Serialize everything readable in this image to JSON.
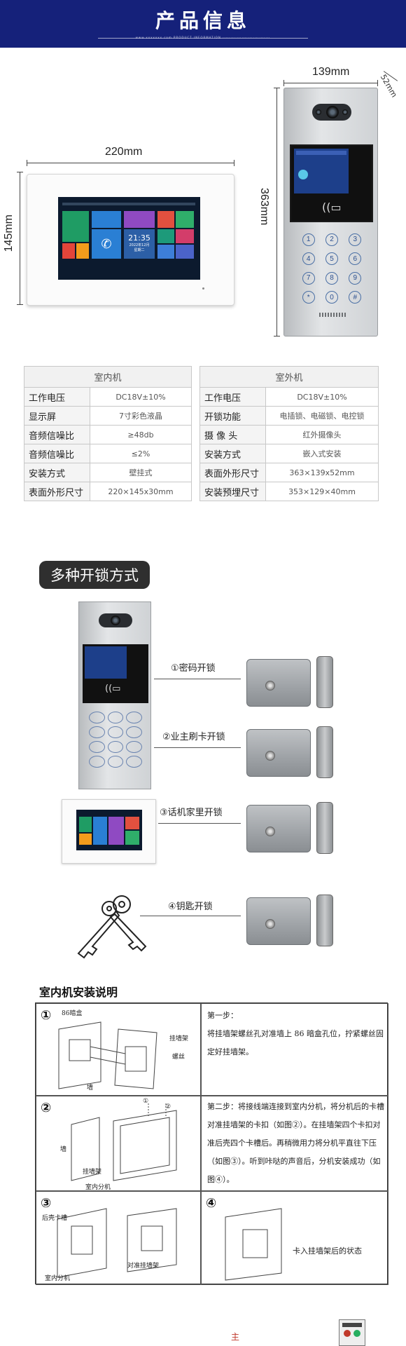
{
  "header": {
    "title": "产品信息",
    "subtitle": "www.xxxxxxx.com PRODUCT INFORMATION ······························"
  },
  "dimensions": {
    "indoor_width": "220mm",
    "indoor_height": "145mm",
    "outdoor_width": "139mm",
    "outdoor_depth": "52mm",
    "outdoor_height": "363mm"
  },
  "indoor_screen": {
    "time": "21:35",
    "date": "2022年12月",
    "weekday": "星期二"
  },
  "outdoor_keypad": [
    "1",
    "2",
    "3",
    "4",
    "5",
    "6",
    "7",
    "8",
    "9",
    "*",
    "0",
    "#"
  ],
  "spec_indoor": {
    "title": "室内机",
    "rows": [
      {
        "k": "工作电压",
        "v": "DC18V±10%"
      },
      {
        "k": "显示屏",
        "v": "7寸彩色液晶"
      },
      {
        "k": "音频信噪比",
        "v": "≥48db"
      },
      {
        "k": "音频信噪比",
        "v": "≤2%"
      },
      {
        "k": "安装方式",
        "v": "壁挂式"
      },
      {
        "k": "表面外形尺寸",
        "v": "220×145x30mm"
      }
    ]
  },
  "spec_outdoor": {
    "title": "室外机",
    "rows": [
      {
        "k": "工作电压",
        "v": "DC18V±10%"
      },
      {
        "k": "开锁功能",
        "v": "电插锁、电磁锁、电控锁"
      },
      {
        "k": "摄 像 头",
        "v": "红外摄像头"
      },
      {
        "k": "安装方式",
        "v": "嵌入式安装"
      },
      {
        "k": "表面外形尺寸",
        "v": "363×139x52mm"
      },
      {
        "k": "安装预埋尺寸",
        "v": "353×129×40mm"
      }
    ]
  },
  "unlock": {
    "title": "多种开锁方式",
    "methods": [
      "①密码开锁",
      "②业主刷卡开锁",
      "③话机家里开锁",
      "④钥匙开锁"
    ]
  },
  "install": {
    "title": "室内机安装说明",
    "steps": [
      {
        "num": "①",
        "labels": [
          "86暗盒",
          "挂墙架",
          "螺丝",
          "墙"
        ]
      },
      {
        "num": "②",
        "labels": [
          "①",
          "②",
          "墙",
          "挂墙架",
          "室内分机"
        ]
      },
      {
        "num": "③",
        "labels": [
          "后壳卡槽",
          "对准挂墙架",
          "室内分机"
        ]
      },
      {
        "num": "④",
        "labels": [
          "卡入挂墙架后的状态"
        ]
      }
    ],
    "text1_head": "第一步：",
    "text1_body": "将挂墙架螺丝孔对准墙上 86 暗盒孔位，拧紧螺丝固定好挂墙架。",
    "text2": "第二步：将接线端连接到室内分机，将分机后的卡槽对准挂墙架的卡扣（如图②）。在挂墙架四个卡扣对准后壳四个卡槽后。再稍微用力将分机平直往下压（如图③）。听到咔哒的声音后，分机安装成功（如图④）。"
  },
  "footer": {
    "label": "主"
  }
}
